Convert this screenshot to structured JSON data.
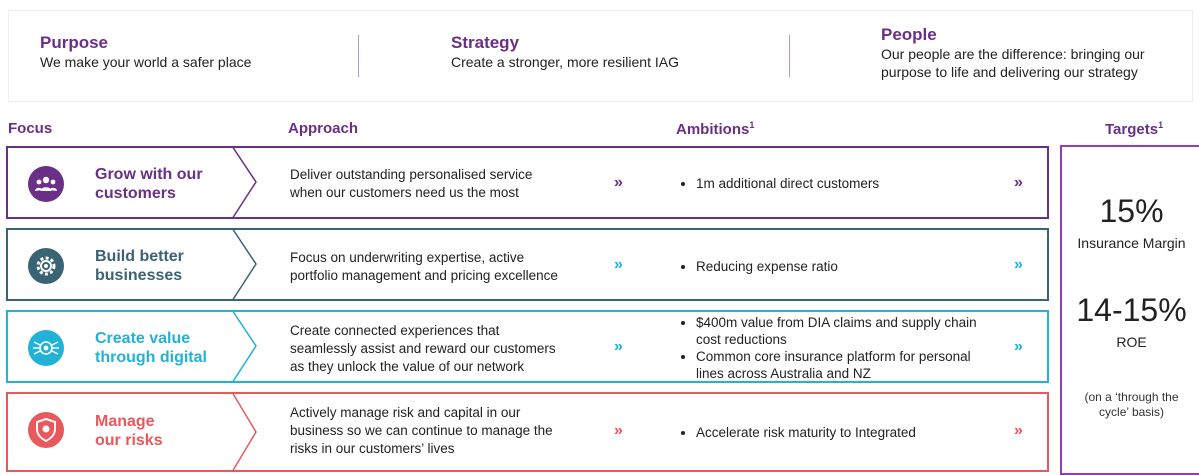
{
  "pillars": [
    {
      "title": "Purpose",
      "text": "We make your world a safer place"
    },
    {
      "title": "Strategy",
      "text": "Create a stronger, more resilient IAG"
    },
    {
      "title": "People",
      "text_line1": "Our people are the difference: bringing our",
      "text_line2": "purpose to life and delivering our strategy"
    }
  ],
  "headers": {
    "focus": "Focus",
    "approach": "Approach",
    "ambitions": "Ambitions",
    "ambitions_sup": "1",
    "targets": "Targets",
    "targets_sup": "1"
  },
  "rows": [
    {
      "focus_line1": "Grow with our",
      "focus_line2": "customers",
      "approach_line1": "Deliver outstanding personalised service",
      "approach_line2": "when our customers need us the most",
      "ambitions": [
        "1m additional direct customers"
      ],
      "color": "#6a2f86",
      "icon": "people-group-icon"
    },
    {
      "focus_line1": "Build better",
      "focus_line2": "businesses",
      "approach_line1": "Focus on underwriting expertise, active",
      "approach_line2": "portfolio management and pricing excellence",
      "ambitions": [
        "Reducing expense ratio"
      ],
      "color": "#3a6373",
      "icon": "gear-icon"
    },
    {
      "focus_line1": "Create value",
      "focus_line2": "through digital",
      "approach_line1": "Create connected experiences that",
      "approach_line2": "seamlessly assist and reward our customers",
      "approach_line3": "as they unlock the value of our network",
      "ambitions": [
        "$400m value from DIA claims and supply chain cost reductions",
        "Common core insurance platform for personal lines across Australia and NZ"
      ],
      "color": "#22b2d6",
      "icon": "digital-network-icon"
    },
    {
      "focus_line1": "Manage",
      "focus_line2": "our risks",
      "approach_line1": "Actively manage risk and capital in our",
      "approach_line2": "business so we can continue to manage the",
      "approach_line3": "risks in our customers’ lives",
      "ambitions": [
        "Accelerate risk maturity to Integrated"
      ],
      "color": "#e8585c",
      "icon": "shield-icon"
    }
  ],
  "targets": {
    "t1_value": "15%",
    "t1_label": "Insurance Margin",
    "t2_value": "14-15%",
    "t2_label": "ROE",
    "note_line1": "(on a ‘through the",
    "note_line2": "cycle’ basis)"
  },
  "arrow_glyph": "»"
}
